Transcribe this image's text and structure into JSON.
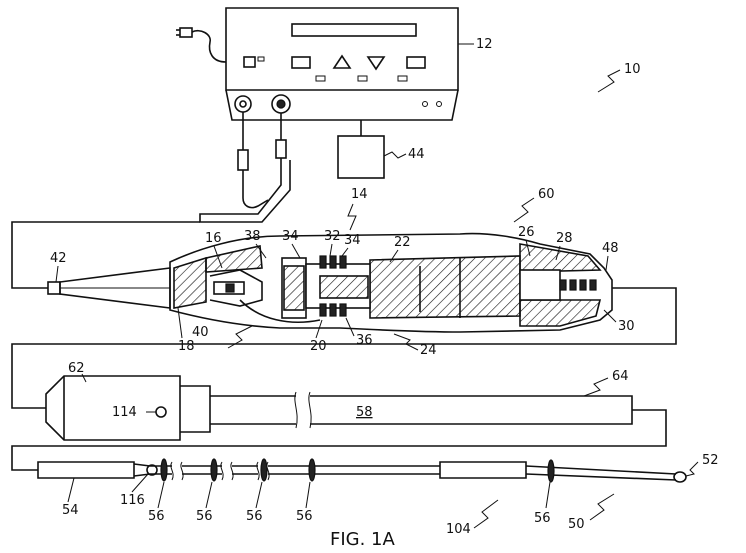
{
  "figure": {
    "caption": "FIG. 1A",
    "labels": {
      "l10": "10",
      "l12": "12",
      "l14": "14",
      "l16": "16",
      "l18": "18",
      "l20": "20",
      "l22": "22",
      "l24": "24",
      "l26": "26",
      "l28": "28",
      "l30": "30",
      "l32": "32",
      "l34a": "34",
      "l34b": "34",
      "l36": "36",
      "l38": "38",
      "l40": "40",
      "l42": "42",
      "l44": "44",
      "l48": "48",
      "l50": "50",
      "l52": "52",
      "l54": "54",
      "l56a": "56",
      "l56b": "56",
      "l56c": "56",
      "l56d": "56",
      "l56e": "56",
      "l58": "58",
      "l60": "60",
      "l62": "62",
      "l64": "64",
      "l104": "104",
      "l114": "114",
      "l116": "116"
    }
  }
}
